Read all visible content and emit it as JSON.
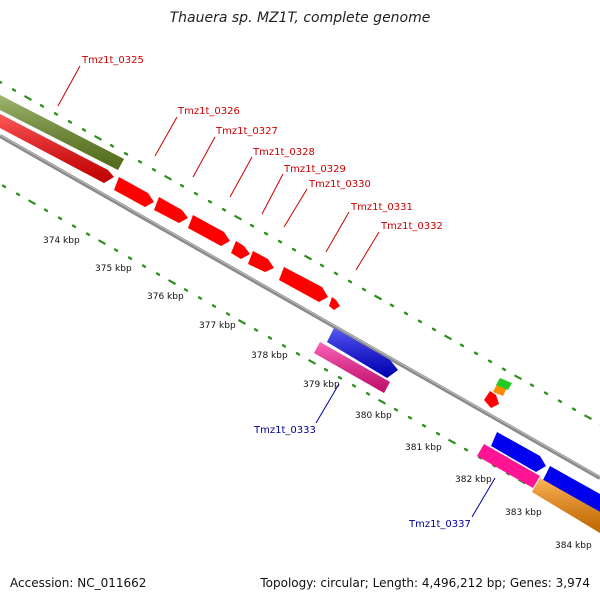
{
  "title": "Thauera sp. MZ1T, complete genome",
  "footer": {
    "accession": "Accession: NC_011662",
    "summary": "Topology: circular; Length: 4,496,212 bp; Genes: 3,974"
  },
  "colors": {
    "backbone": "#8a8a8a",
    "tick_green": "#2f8f1f",
    "red_gene": "#ff0000",
    "olive_gene": "#6b8e23",
    "blue_gene": "#0000ee",
    "magenta_gene": "#ff1493",
    "orange_gene": "#ff8c00",
    "green_gene": "#22cc22",
    "red_label": "#cc0000",
    "blue_label": "#000099"
  },
  "ruler": {
    "labels": [
      "374 kbp",
      "375 kbp",
      "376 kbp",
      "377 kbp",
      "378 kbp",
      "379 kbp",
      "380 kbp",
      "381 kbp",
      "382 kbp",
      "383 kbp",
      "384 kbp"
    ]
  },
  "gene_labels": [
    {
      "text": "Tmz1t_0325",
      "strand": "top"
    },
    {
      "text": "Tmz1t_0326",
      "strand": "top"
    },
    {
      "text": "Tmz1t_0327",
      "strand": "top"
    },
    {
      "text": "Tmz1t_0328",
      "strand": "top"
    },
    {
      "text": "Tmz1t_0329",
      "strand": "top"
    },
    {
      "text": "Tmz1t_0330",
      "strand": "top"
    },
    {
      "text": "Tmz1t_0331",
      "strand": "top"
    },
    {
      "text": "Tmz1t_0332",
      "strand": "top"
    },
    {
      "text": "Tmz1t_0333",
      "strand": "bottom"
    },
    {
      "text": "Tmz1t_0337",
      "strand": "bottom"
    }
  ]
}
